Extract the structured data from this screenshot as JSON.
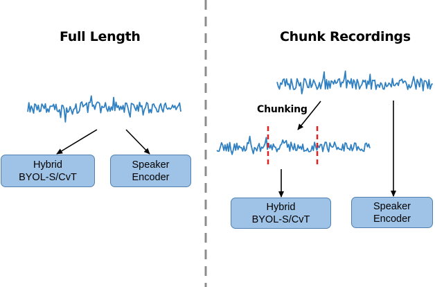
{
  "left_panel": {
    "title": "Full Length",
    "box_hybrid": {
      "line1": "Hybrid",
      "line2": "BYOL-S/CvT"
    },
    "box_speaker": {
      "line1": "Speaker",
      "line2": "Encoder"
    }
  },
  "right_panel": {
    "title": "Chunk Recordings",
    "chunking_label": "Chunking",
    "box_hybrid": {
      "line1": "Hybrid",
      "line2": "BYOL-S/CvT"
    },
    "box_speaker": {
      "line1": "Speaker",
      "line2": "Encoder"
    }
  },
  "colors": {
    "waveform": "#2f7fc1",
    "box_fill": "#9ec3e6",
    "box_border": "#4f7fb0",
    "chunk_divider": "#e02020",
    "center_divider": "#8c8c8c"
  }
}
